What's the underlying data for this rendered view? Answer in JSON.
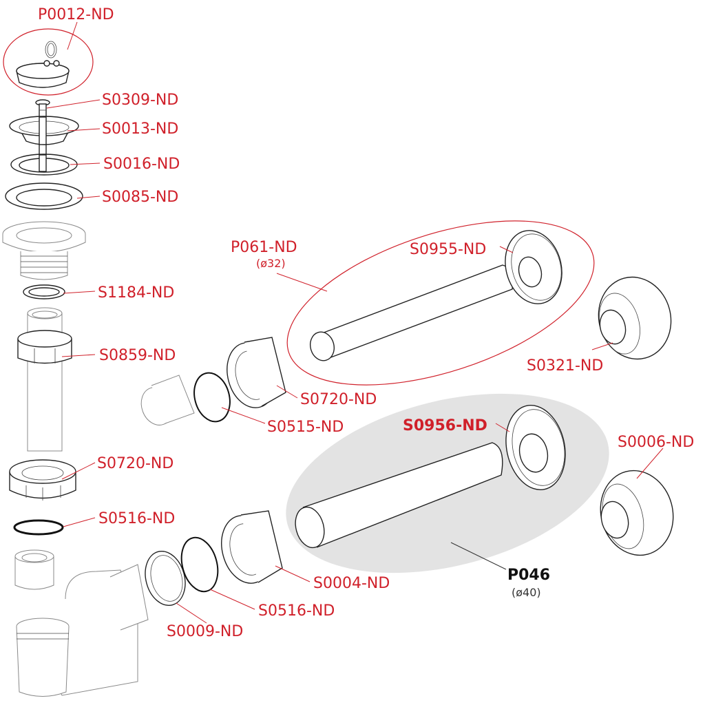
{
  "diagram": {
    "title": "Sink trap exploded parts diagram",
    "colors": {
      "label_red": "#d0202a",
      "label_black": "#111111",
      "highlight_fill": "#e3e3e3",
      "line": "#222222"
    },
    "labels": {
      "p0012": "P0012-ND",
      "s0309": "S0309-ND",
      "s0013": "S0013-ND",
      "s0016": "S0016-ND",
      "s0085": "S0085-ND",
      "s1184": "S1184-ND",
      "s0859": "S0859-ND",
      "s0720_left": "S0720-ND",
      "s0516_left": "S0516-ND",
      "p061": "P061-ND",
      "p061_dia": "(ø32)",
      "s0955": "S0955-ND",
      "s0321": "S0321-ND",
      "s0720_mid": "S0720-ND",
      "s0515": "S0515-ND",
      "s0956": "S0956-ND",
      "s0006": "S0006-ND",
      "s0004": "S0004-ND",
      "s0516_bottom": "S0516-ND",
      "s0009": "S0009-ND",
      "p046": "P046",
      "p046_dia": "(ø40)"
    }
  }
}
